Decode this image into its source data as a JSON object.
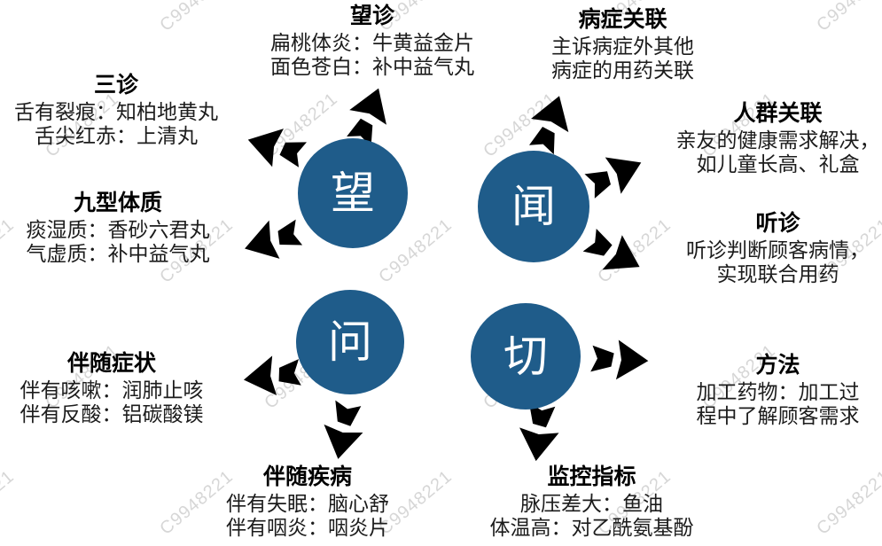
{
  "watermark": {
    "text": "C9948221"
  },
  "colors": {
    "primary_blue": "#1f5c8a",
    "text": "#1c1c1c",
    "watermark_gray": "#aaaaaa"
  },
  "circles": [
    {
      "char": "望"
    },
    {
      "char": "闻"
    },
    {
      "char": "问"
    },
    {
      "char": "切"
    }
  ],
  "labels": [
    {
      "title": "望诊",
      "lines": [
        "扁桃体炎：牛黄益金片",
        "面色苍白：补中益气丸"
      ]
    },
    {
      "title": "病症关联",
      "lines": [
        "主诉病症外其他",
        "病症的用药关联"
      ]
    },
    {
      "title": "三诊",
      "lines": [
        "舌有裂痕：知柏地黄丸",
        "舌尖红赤：上清丸"
      ]
    },
    {
      "title": "人群关联",
      "lines": [
        "亲友的健康需求解决，",
        "如儿童长高、礼盒"
      ]
    },
    {
      "title": "九型体质",
      "lines": [
        "痰湿质：香砂六君丸",
        "气虚质：补中益气丸"
      ]
    },
    {
      "title": "听诊",
      "lines": [
        "听诊判断顾客病情，",
        "实现联合用药"
      ]
    },
    {
      "title": "伴随症状",
      "lines": [
        "伴有咳嗽：润肺止咳",
        "伴有反酸：铝碳酸镁"
      ]
    },
    {
      "title": "方法",
      "lines": [
        "加工药物：加工过",
        "程中了解顾客需求"
      ]
    },
    {
      "title": "伴随疾病",
      "lines": [
        "伴有失眠：脑心舒",
        "伴有咽炎：咽炎片"
      ]
    },
    {
      "title": "监控指标",
      "lines": [
        "脉压差大：鱼油",
        "体温高：对乙酰氨基酚"
      ]
    }
  ]
}
